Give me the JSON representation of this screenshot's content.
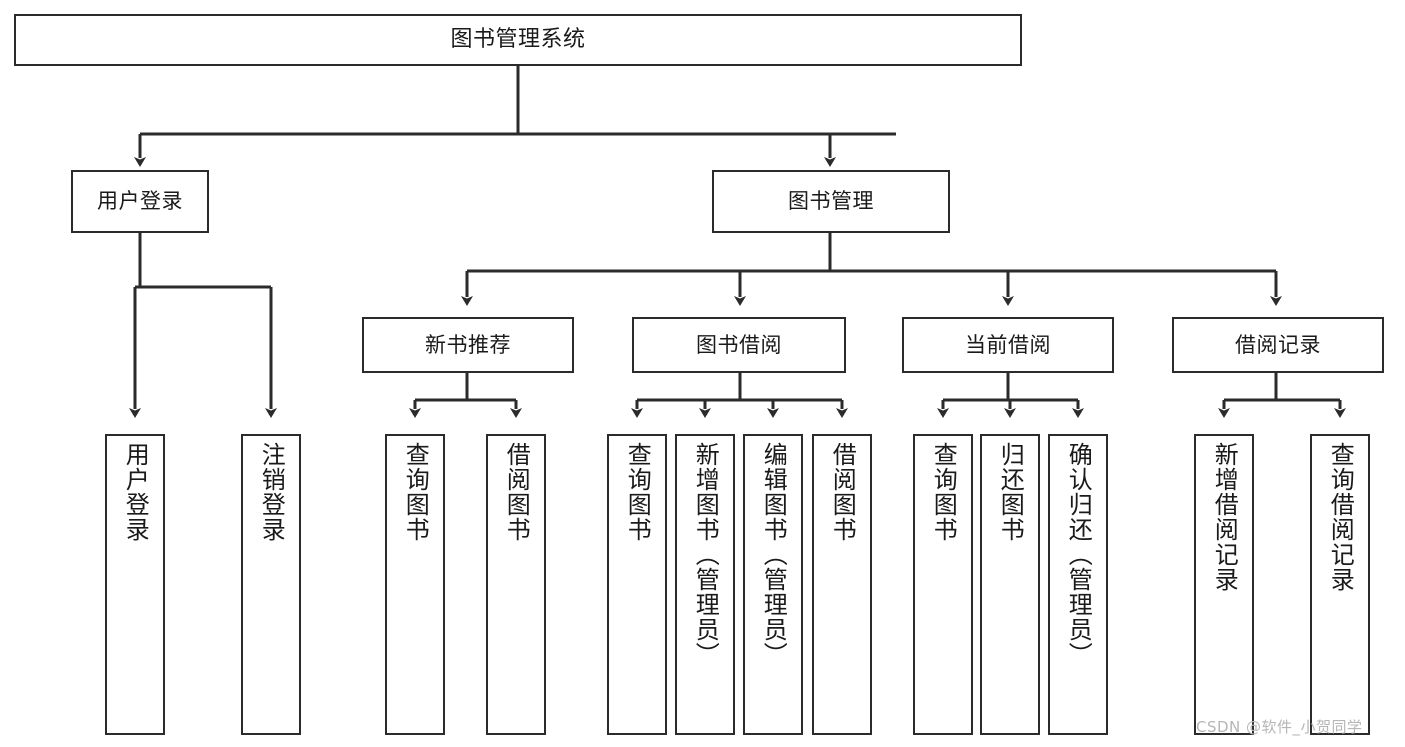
{
  "diagram": {
    "type": "tree",
    "title": "图书管理系统",
    "root": {
      "label": "图书管理系统"
    },
    "level2": [
      {
        "label": "用户登录"
      },
      {
        "label": "图书管理"
      }
    ],
    "level3": [
      {
        "label": "新书推荐"
      },
      {
        "label": "图书借阅"
      },
      {
        "label": "当前借阅"
      },
      {
        "label": "借阅记录"
      }
    ],
    "leaves": {
      "user_login": [
        {
          "label": "用户登录"
        },
        {
          "label": "注销登录"
        }
      ],
      "new_book_recommend": [
        {
          "label": "查询图书"
        },
        {
          "label": "借阅图书"
        }
      ],
      "book_borrow": [
        {
          "label": "查询图书"
        },
        {
          "label": "新增图书（管理员）"
        },
        {
          "label": "编辑图书（管理员）"
        },
        {
          "label": "借阅图书"
        }
      ],
      "current_borrow": [
        {
          "label": "查询图书"
        },
        {
          "label": "归还图书"
        },
        {
          "label": "确认归还（管理员）"
        }
      ],
      "borrow_record": [
        {
          "label": "新增借阅记录"
        },
        {
          "label": "查询借阅记录"
        }
      ]
    }
  },
  "watermark": {
    "text": "CSDN @软件_小贺同学"
  },
  "colors": {
    "stroke": "#2b2b2b",
    "background": "#ffffff",
    "text": "#1a1a1a",
    "watermark": "#b6b6b6"
  }
}
